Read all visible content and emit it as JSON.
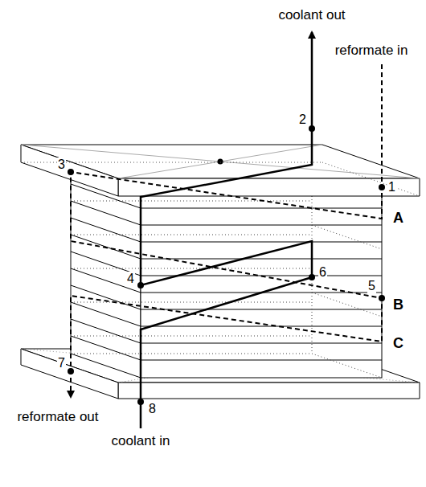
{
  "diagram": {
    "labels": [
      "coolant out",
      "reformate in",
      "2",
      "1",
      "3",
      "A",
      "4",
      "5",
      "B",
      "6",
      "C",
      "7",
      "reformate out",
      "8",
      "coolant in"
    ]
  }
}
